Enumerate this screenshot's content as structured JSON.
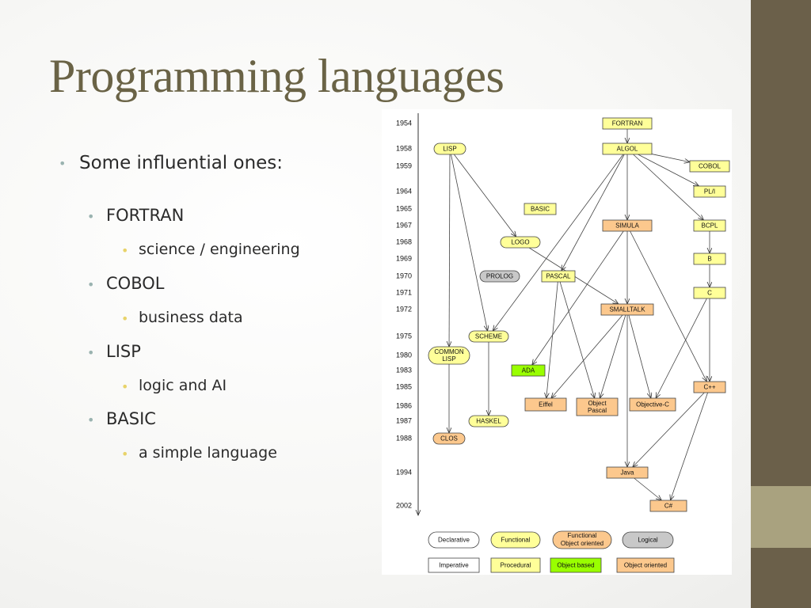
{
  "title": "Programming languages",
  "bullets": {
    "intro": "Some influential ones:",
    "items": [
      {
        "name": "FORTRAN",
        "detail": "science / engineering"
      },
      {
        "name": "COBOL",
        "detail": "business data"
      },
      {
        "name": "LISP",
        "detail": "logic and AI"
      },
      {
        "name": "BASIC",
        "detail": "a simple language"
      }
    ]
  },
  "colors": {
    "functional": "#ffff99",
    "object_oriented": "#fcc88d",
    "object_based": "#99ff00",
    "logical": "#c8c8c8",
    "sidebar": "#6b604a",
    "title": "#6a6346"
  },
  "diagram": {
    "years": [
      "1954",
      "1958",
      "1959",
      "1964",
      "1965",
      "1967",
      "1968",
      "1969",
      "1970",
      "1971",
      "1972",
      "1975",
      "1980",
      "1983",
      "1985",
      "1986",
      "1987",
      "1988",
      "1994",
      "2002"
    ],
    "nodes": [
      {
        "id": "fortran",
        "label": "FORTRAN",
        "year": "1954",
        "shape": "rect",
        "kind": "functional"
      },
      {
        "id": "lisp",
        "label": "LISP",
        "year": "1958",
        "shape": "oval",
        "kind": "functional"
      },
      {
        "id": "algol",
        "label": "ALGOL",
        "year": "1958",
        "shape": "rect",
        "kind": "functional"
      },
      {
        "id": "cobol",
        "label": "COBOL",
        "year": "1959",
        "shape": "rect",
        "kind": "functional"
      },
      {
        "id": "pli",
        "label": "PL/I",
        "year": "1964",
        "shape": "rect",
        "kind": "functional"
      },
      {
        "id": "basic",
        "label": "BASIC",
        "year": "1965",
        "shape": "rect",
        "kind": "functional"
      },
      {
        "id": "simula",
        "label": "SIMULA",
        "year": "1967",
        "shape": "rect",
        "kind": "object_oriented"
      },
      {
        "id": "bcpl",
        "label": "BCPL",
        "year": "1967",
        "shape": "rect",
        "kind": "functional"
      },
      {
        "id": "logo",
        "label": "LOGO",
        "year": "1968",
        "shape": "oval",
        "kind": "functional"
      },
      {
        "id": "b",
        "label": "B",
        "year": "1969",
        "shape": "rect",
        "kind": "functional"
      },
      {
        "id": "prolog",
        "label": "PROLOG",
        "year": "1970",
        "shape": "oval",
        "kind": "logical"
      },
      {
        "id": "pascal",
        "label": "PASCAL",
        "year": "1970",
        "shape": "rect",
        "kind": "functional"
      },
      {
        "id": "c",
        "label": "C",
        "year": "1971",
        "shape": "rect",
        "kind": "functional"
      },
      {
        "id": "smalltalk",
        "label": "SMALLTALK",
        "year": "1972",
        "shape": "rect",
        "kind": "object_oriented"
      },
      {
        "id": "scheme",
        "label": "SCHEME",
        "year": "1975",
        "shape": "oval",
        "kind": "functional"
      },
      {
        "id": "commonlisp",
        "label": "COMMON LISP",
        "year": "1980",
        "shape": "oval",
        "kind": "functional"
      },
      {
        "id": "ada",
        "label": "ADA",
        "year": "1983",
        "shape": "rect",
        "kind": "object_based"
      },
      {
        "id": "cpp",
        "label": "C++",
        "year": "1985",
        "shape": "rect",
        "kind": "object_oriented"
      },
      {
        "id": "eiffel",
        "label": "Eiffel",
        "year": "1986",
        "shape": "rect",
        "kind": "object_oriented"
      },
      {
        "id": "objpascal",
        "label": "Object Pascal",
        "year": "1986",
        "shape": "rect",
        "kind": "object_oriented"
      },
      {
        "id": "objc",
        "label": "Objective-C",
        "year": "1986",
        "shape": "rect",
        "kind": "object_oriented"
      },
      {
        "id": "haskel",
        "label": "HASKEL",
        "year": "1987",
        "shape": "oval",
        "kind": "functional"
      },
      {
        "id": "clos",
        "label": "CLOS",
        "year": "1988",
        "shape": "oval",
        "kind": "object_oriented"
      },
      {
        "id": "java",
        "label": "Java",
        "year": "1994",
        "shape": "rect",
        "kind": "object_oriented"
      },
      {
        "id": "csharp",
        "label": "C#",
        "year": "2002",
        "shape": "rect",
        "kind": "object_oriented"
      }
    ],
    "edges": [
      [
        "fortran",
        "algol"
      ],
      [
        "algol",
        "cobol"
      ],
      [
        "algol",
        "pli"
      ],
      [
        "algol",
        "bcpl"
      ],
      [
        "algol",
        "simula"
      ],
      [
        "algol",
        "pascal"
      ],
      [
        "algol",
        "scheme"
      ],
      [
        "bcpl",
        "b"
      ],
      [
        "b",
        "c"
      ],
      [
        "c",
        "cpp"
      ],
      [
        "c",
        "objc"
      ],
      [
        "lisp",
        "logo"
      ],
      [
        "lisp",
        "scheme"
      ],
      [
        "lisp",
        "commonlisp"
      ],
      [
        "logo",
        "smalltalk"
      ],
      [
        "simula",
        "smalltalk"
      ],
      [
        "simula",
        "ada"
      ],
      [
        "simula",
        "cpp"
      ],
      [
        "pascal",
        "eiffel"
      ],
      [
        "pascal",
        "objpascal"
      ],
      [
        "smalltalk",
        "eiffel"
      ],
      [
        "smalltalk",
        "objpascal"
      ],
      [
        "smalltalk",
        "objc"
      ],
      [
        "smalltalk",
        "java"
      ],
      [
        "scheme",
        "haskel"
      ],
      [
        "commonlisp",
        "clos"
      ],
      [
        "cpp",
        "java"
      ],
      [
        "cpp",
        "csharp"
      ],
      [
        "java",
        "csharp"
      ]
    ],
    "legend": [
      {
        "id": "declarative",
        "label": "Declarative",
        "shape": "oval",
        "kind": "white"
      },
      {
        "id": "functional",
        "label": "Functional",
        "shape": "oval",
        "kind": "functional"
      },
      {
        "id": "functional-oo",
        "label": "Functional Object oriented",
        "shape": "oval",
        "kind": "object_oriented"
      },
      {
        "id": "logical",
        "label": "Logical",
        "shape": "oval",
        "kind": "logical"
      },
      {
        "id": "imperative",
        "label": "Imperative",
        "shape": "rect",
        "kind": "white"
      },
      {
        "id": "procedural",
        "label": "Procedural",
        "shape": "rect",
        "kind": "functional"
      },
      {
        "id": "object-based",
        "label": "Object based",
        "shape": "rect",
        "kind": "object_based"
      },
      {
        "id": "object-oriented",
        "label": "Object oriented",
        "shape": "rect",
        "kind": "object_oriented"
      }
    ]
  }
}
